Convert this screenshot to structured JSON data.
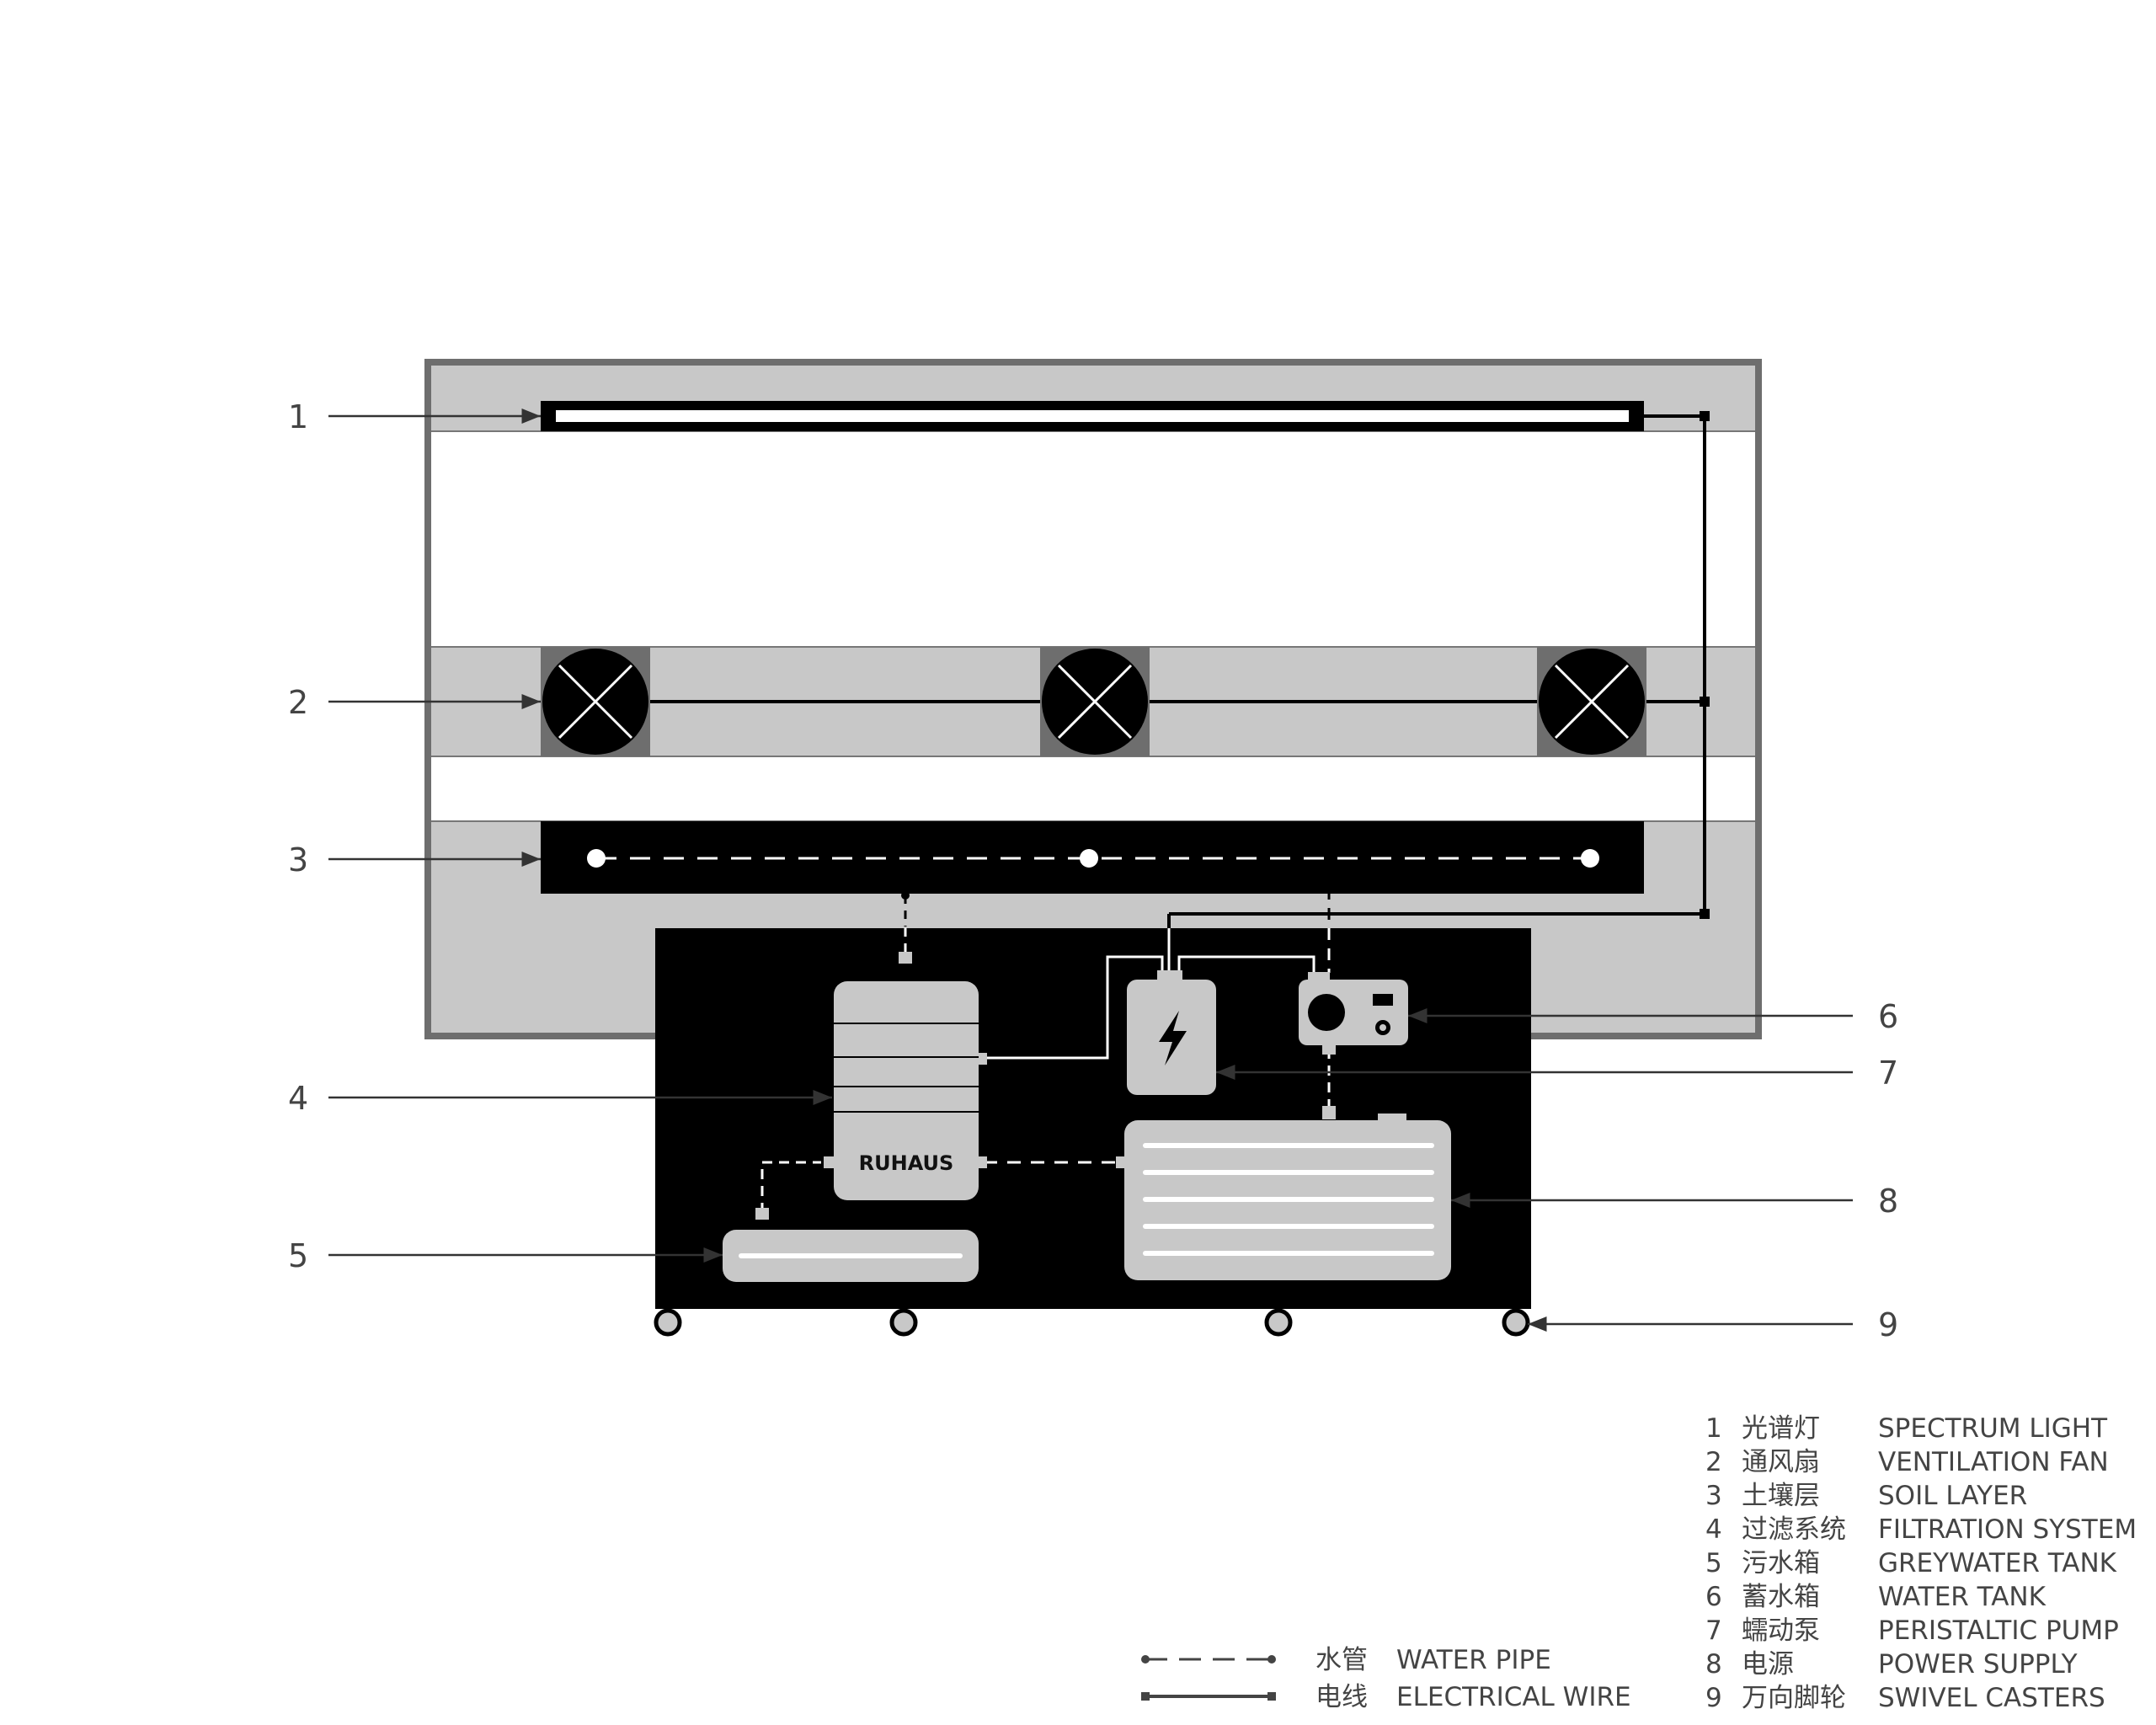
{
  "brand": "RUHAUS",
  "callouts": [
    "1",
    "2",
    "3",
    "4",
    "5",
    "6",
    "7",
    "8",
    "9"
  ],
  "legend_items": [
    {
      "num": "1",
      "zh": "光谱灯",
      "en": "SPECTRUM LIGHT"
    },
    {
      "num": "2",
      "zh": "通风扇",
      "en": "VENTILATION FAN"
    },
    {
      "num": "3",
      "zh": "土壤层",
      "en": "SOIL LAYER"
    },
    {
      "num": "4",
      "zh": "过滤系统",
      "en": "FILTRATION SYSTEM"
    },
    {
      "num": "5",
      "zh": "污水箱",
      "en": "GREYWATER TANK"
    },
    {
      "num": "6",
      "zh": "蓄水箱",
      "en": "WATER TANK"
    },
    {
      "num": "7",
      "zh": "蠕动泵",
      "en": "PERISTALTIC PUMP"
    },
    {
      "num": "8",
      "zh": "电源",
      "en": "POWER SUPPLY"
    },
    {
      "num": "9",
      "zh": "万向脚轮",
      "en": "SWIVEL CASTERS"
    }
  ],
  "line_legend": [
    {
      "zh": "水管",
      "en": "WATER PIPE"
    },
    {
      "zh": "电线",
      "en": "ELECTRICAL WIRE"
    }
  ],
  "colors": {
    "frame": "#6e6e6e",
    "panel": "#c8c8c8",
    "component": "#c8c8c8",
    "dark": "#000000",
    "text": "#444444"
  }
}
